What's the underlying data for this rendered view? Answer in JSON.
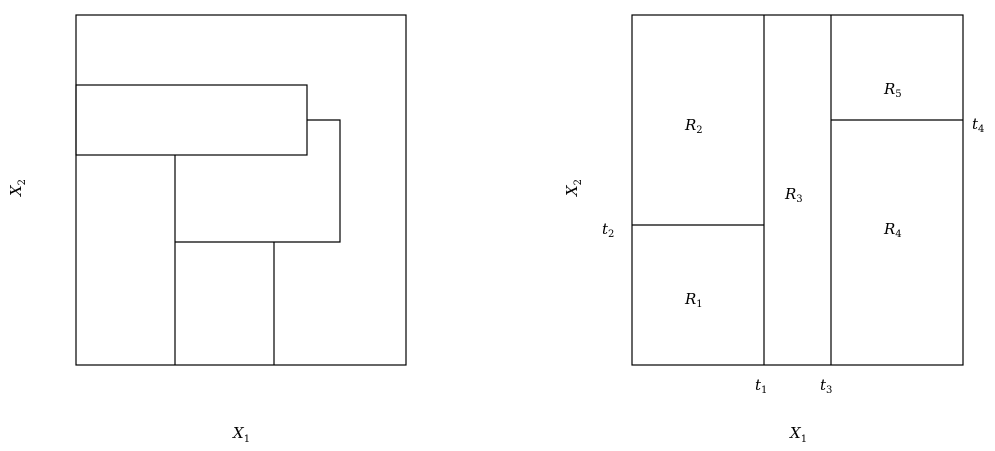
{
  "left_panel": {
    "x_axis": {
      "base": "X",
      "sub": "1"
    },
    "y_axis": {
      "base": "X",
      "sub": "2"
    }
  },
  "right_panel": {
    "x_axis": {
      "base": "X",
      "sub": "1"
    },
    "y_axis": {
      "base": "X",
      "sub": "2"
    },
    "thresholds": [
      {
        "base": "t",
        "sub": "1"
      },
      {
        "base": "t",
        "sub": "2"
      },
      {
        "base": "t",
        "sub": "3"
      },
      {
        "base": "t",
        "sub": "4"
      }
    ],
    "regions": [
      {
        "base": "R",
        "sub": "1"
      },
      {
        "base": "R",
        "sub": "2"
      },
      {
        "base": "R",
        "sub": "3"
      },
      {
        "base": "R",
        "sub": "4"
      },
      {
        "base": "R",
        "sub": "5"
      }
    ]
  }
}
